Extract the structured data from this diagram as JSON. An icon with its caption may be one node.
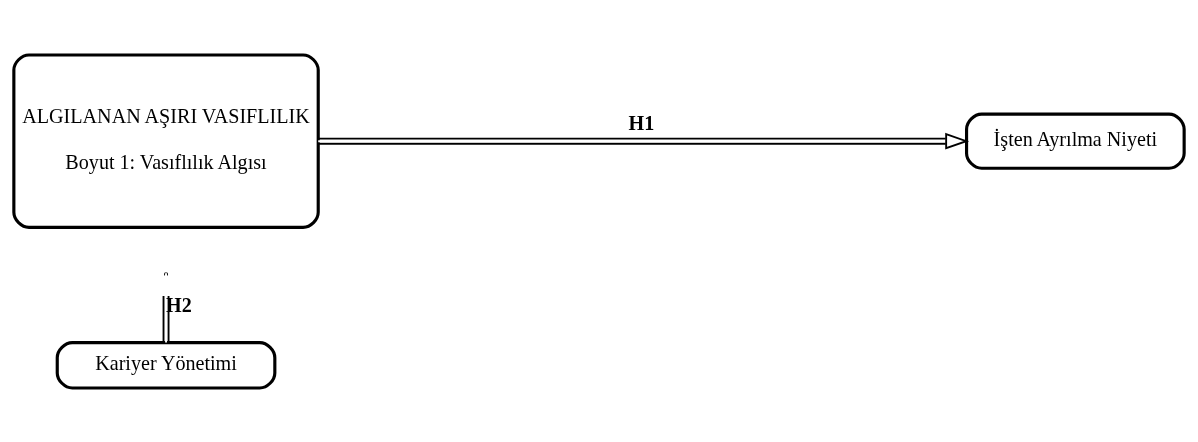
{
  "diagram": {
    "nodes": [
      {
        "text": [
          "ALGILANAN AŞIRI VASIFLILIK",
          "Boyut 1: Vasıflılık Algısı"
        ]
      },
      {
        "text": [
          "İşten Ayrılma Niyeti"
        ]
      },
      {
        "text": [
          "Kariyer Yönetimi"
        ]
      }
    ],
    "edges": [
      {
        "from": 0,
        "to": 1,
        "arrow": "to",
        "label": "H1"
      },
      {
        "from": 2,
        "to": null,
        "arrow": "to",
        "label": "H2"
      }
    ]
  }
}
